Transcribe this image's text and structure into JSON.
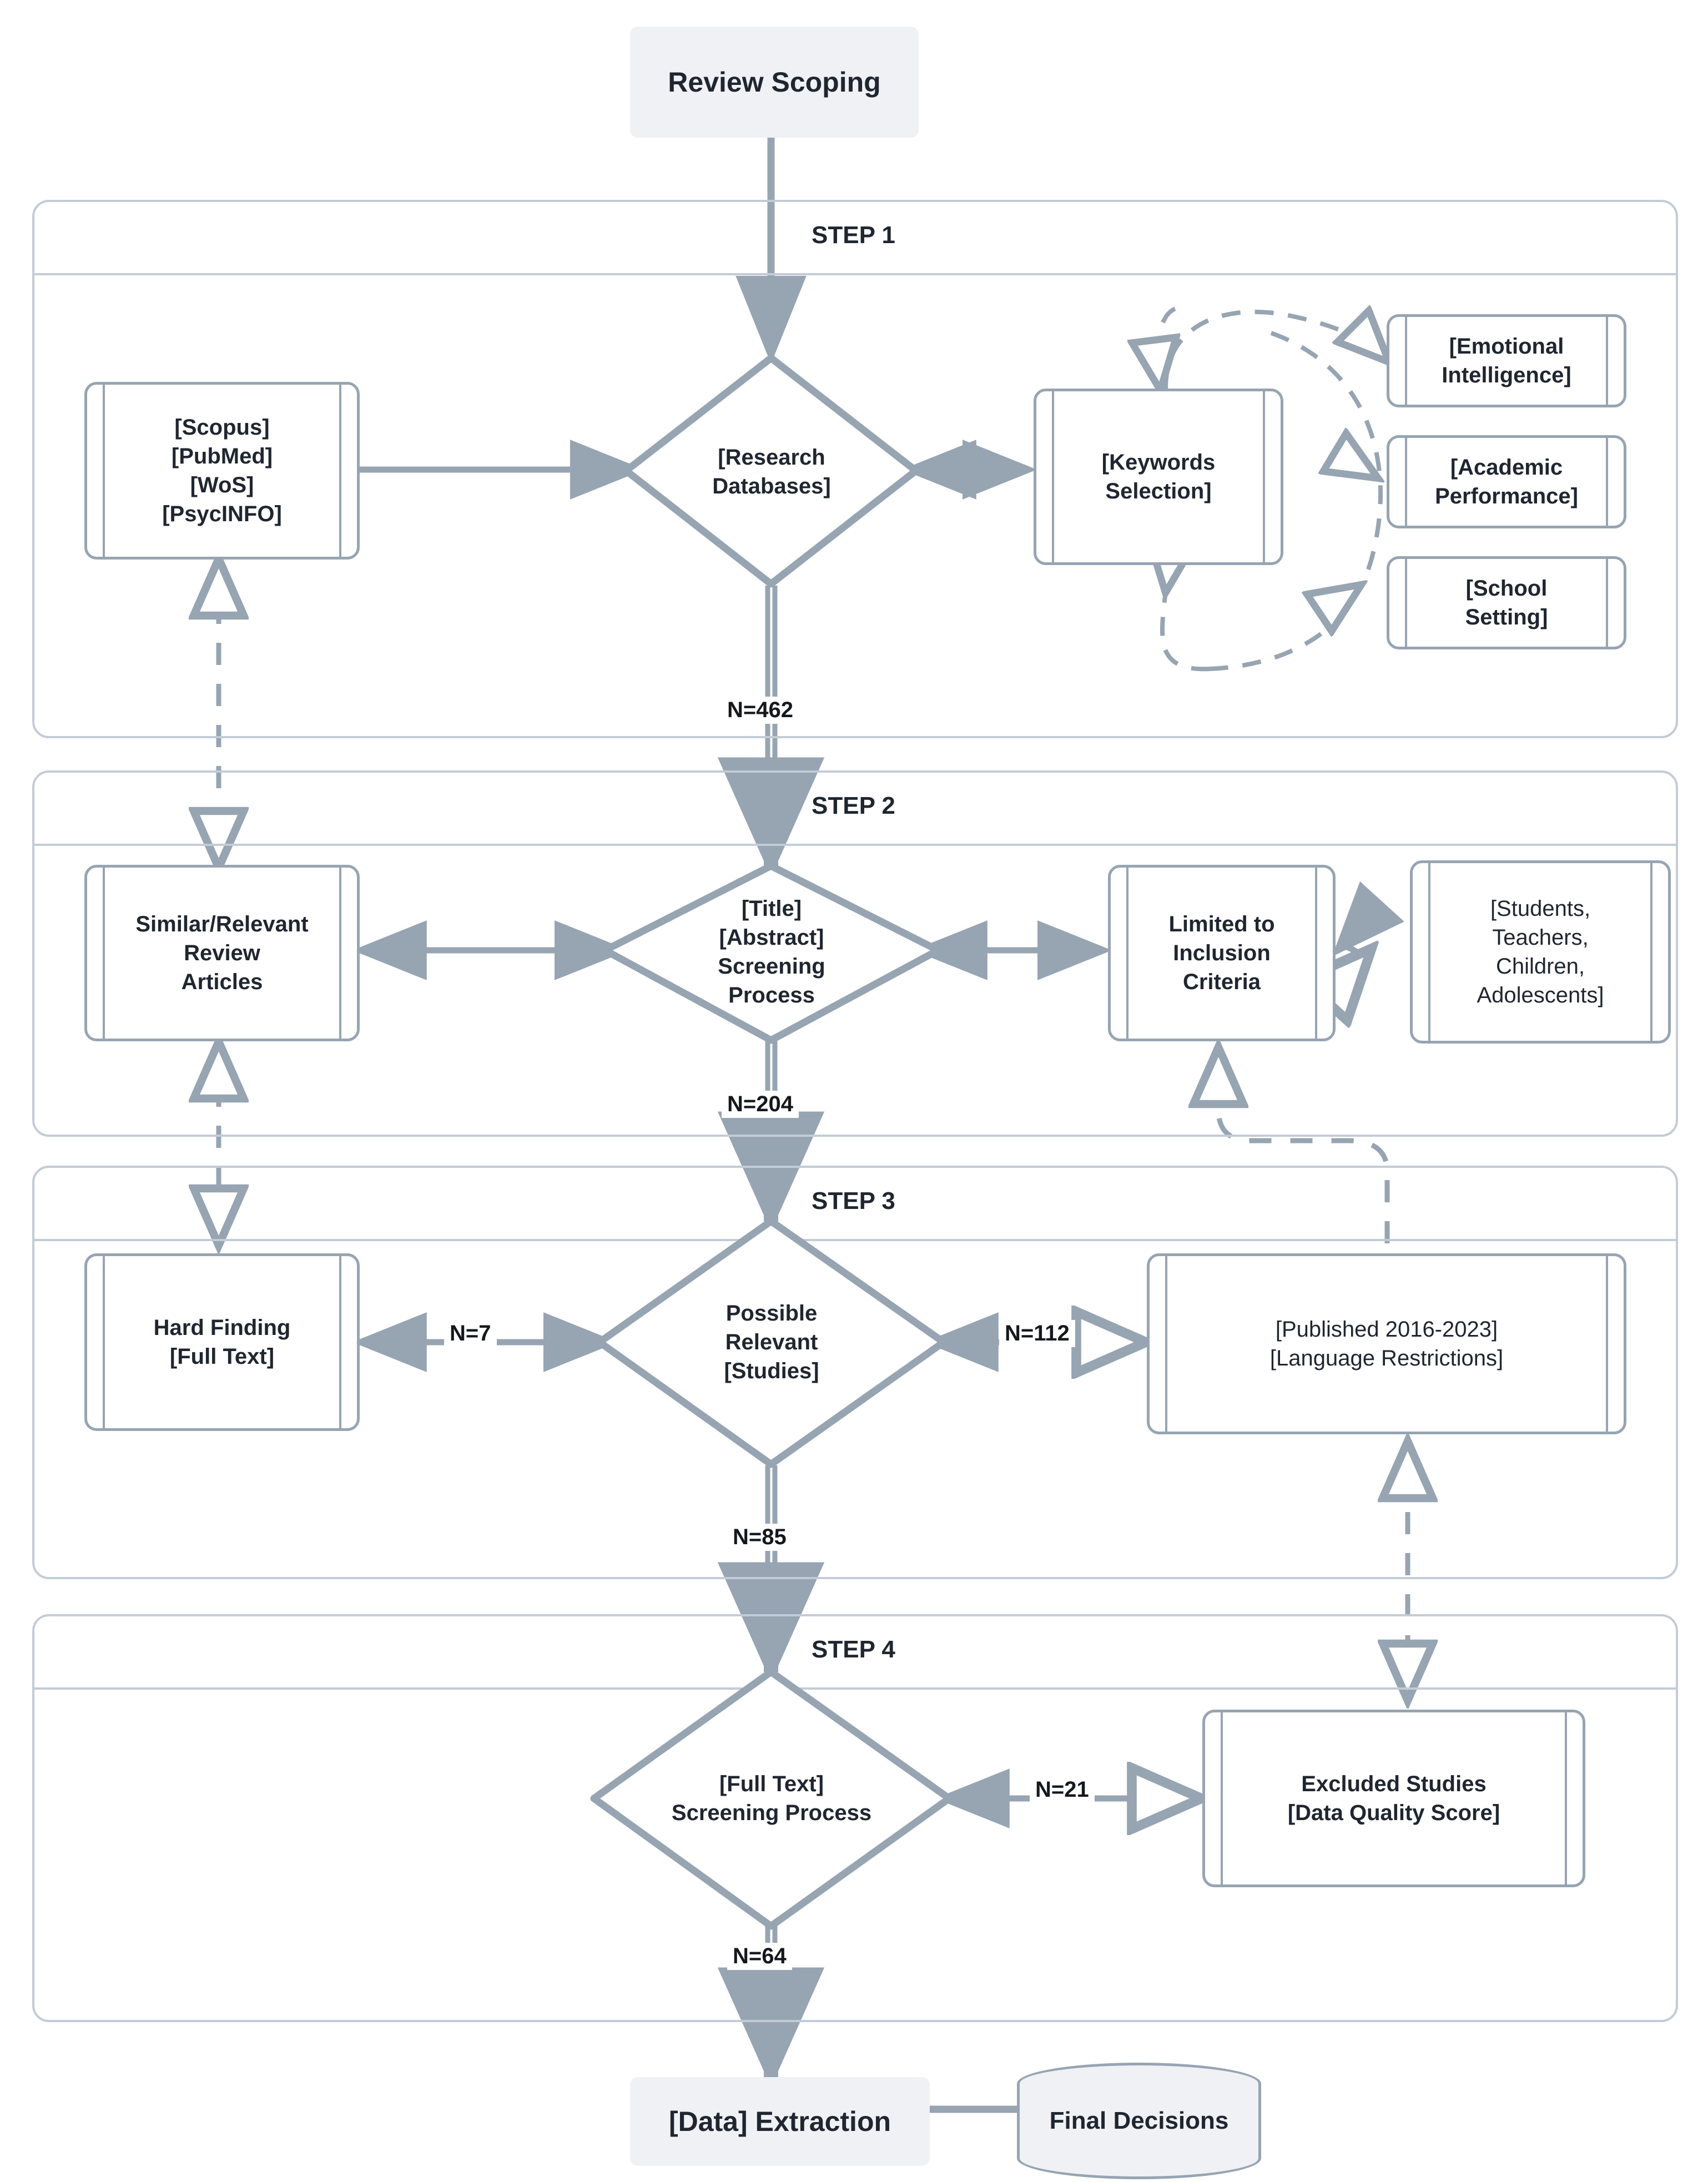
{
  "diagram": {
    "title": "Systematic Review Screening Flowchart",
    "colors": {
      "stroke": "#97a4b2",
      "container_stroke": "#c3ccd6",
      "node_fill": "#ffffff",
      "terminal_fill": "#eff1f4",
      "text": "#1f2630"
    }
  },
  "nodes": {
    "review_scoping": "Review Scoping",
    "databases": "[Scopus]\n[PubMed]\n[WoS]\n[PsycINFO]",
    "databases_lines": [
      "[Scopus]",
      "[PubMed]",
      "[WoS]",
      "[PsycINFO]"
    ],
    "research_databases": "[Research\nDatabases]",
    "research_databases_lines": [
      "[Research",
      "Databases]"
    ],
    "keywords_selection": "[Keywords\nSelection]",
    "keywords_selection_lines": [
      "[Keywords",
      "Selection]"
    ],
    "keyword_emotional": "[Emotional\nIntelligence]",
    "keyword_emotional_lines": [
      "[Emotional",
      "Intelligence]"
    ],
    "keyword_academic": "[Academic\nPerformance]",
    "keyword_academic_lines": [
      "[Academic",
      "Performance]"
    ],
    "keyword_school": "[School\nSetting]",
    "keyword_school_lines": [
      "[School",
      "Setting]"
    ],
    "similar_review": "Similar/Relevant\nReview\nArticles",
    "similar_review_lines": [
      "Similar/Relevant",
      "Review",
      "Articles"
    ],
    "title_abstract": "[Title]\n[Abstract]\nScreening\nProcess",
    "title_abstract_lines": [
      "[Title]",
      "[Abstract]",
      "Screening",
      "Process"
    ],
    "inclusion_criteria": "Limited to\nInclusion\nCriteria",
    "inclusion_criteria_lines": [
      "Limited to",
      "Inclusion",
      "Criteria"
    ],
    "population": "[Students,\nTeachers,\nChildren,\nAdolescents]",
    "population_lines": [
      "[Students,",
      "Teachers,",
      "Children,",
      "Adolescents]"
    ],
    "hard_finding": "Hard Finding\n[Full Text]",
    "hard_finding_lines": [
      "Hard Finding",
      "[Full Text]"
    ],
    "possible_relevant": "Possible\nRelevant\n[Studies]",
    "possible_relevant_lines": [
      "Possible",
      "Relevant",
      "[Studies]"
    ],
    "published_language": "[Published 2016-2023]\n[Language Restrictions]",
    "published_language_lines": [
      "[Published 2016-2023]",
      "[Language Restrictions]"
    ],
    "full_text_screening": "[Full Text]\nScreening Process",
    "full_text_screening_lines": [
      "[Full Text]",
      "Screening Process"
    ],
    "excluded_studies": "Excluded Studies\n[Data Quality Score]",
    "excluded_studies_lines": [
      "Excluded Studies",
      "[Data Quality Score]"
    ],
    "data_extraction": "[Data] Extraction",
    "final_decisions": "Final Decisions"
  },
  "steps": [
    {
      "id": "step1",
      "label": "STEP 1"
    },
    {
      "id": "step2",
      "label": "STEP 2"
    },
    {
      "id": "step3",
      "label": "STEP 3"
    },
    {
      "id": "step4",
      "label": "STEP 4"
    }
  ],
  "edge_labels": {
    "n462": "N=462",
    "n204": "N=204",
    "n7": "N=7",
    "n112": "N=112",
    "n85": "N=85",
    "n21": "N=21",
    "n64": "N=64"
  },
  "chart_data": {
    "type": "diagram",
    "title": "Systematic Review Screening Flow",
    "stages": [
      {
        "step": "STEP 1",
        "decision": "[Research Databases]",
        "records": 462
      },
      {
        "step": "STEP 2",
        "decision": "[Title][Abstract] Screening Process",
        "records": 204
      },
      {
        "step": "STEP 3",
        "decision": "Possible Relevant [Studies]",
        "records": 85,
        "side_counts": {
          "hard_finding_full_text": 7,
          "published_language_restrictions": 112
        }
      },
      {
        "step": "STEP 4",
        "decision": "[Full Text] Screening Process",
        "records": 64,
        "side_counts": {
          "excluded_studies_data_quality": 21
        }
      }
    ]
  }
}
